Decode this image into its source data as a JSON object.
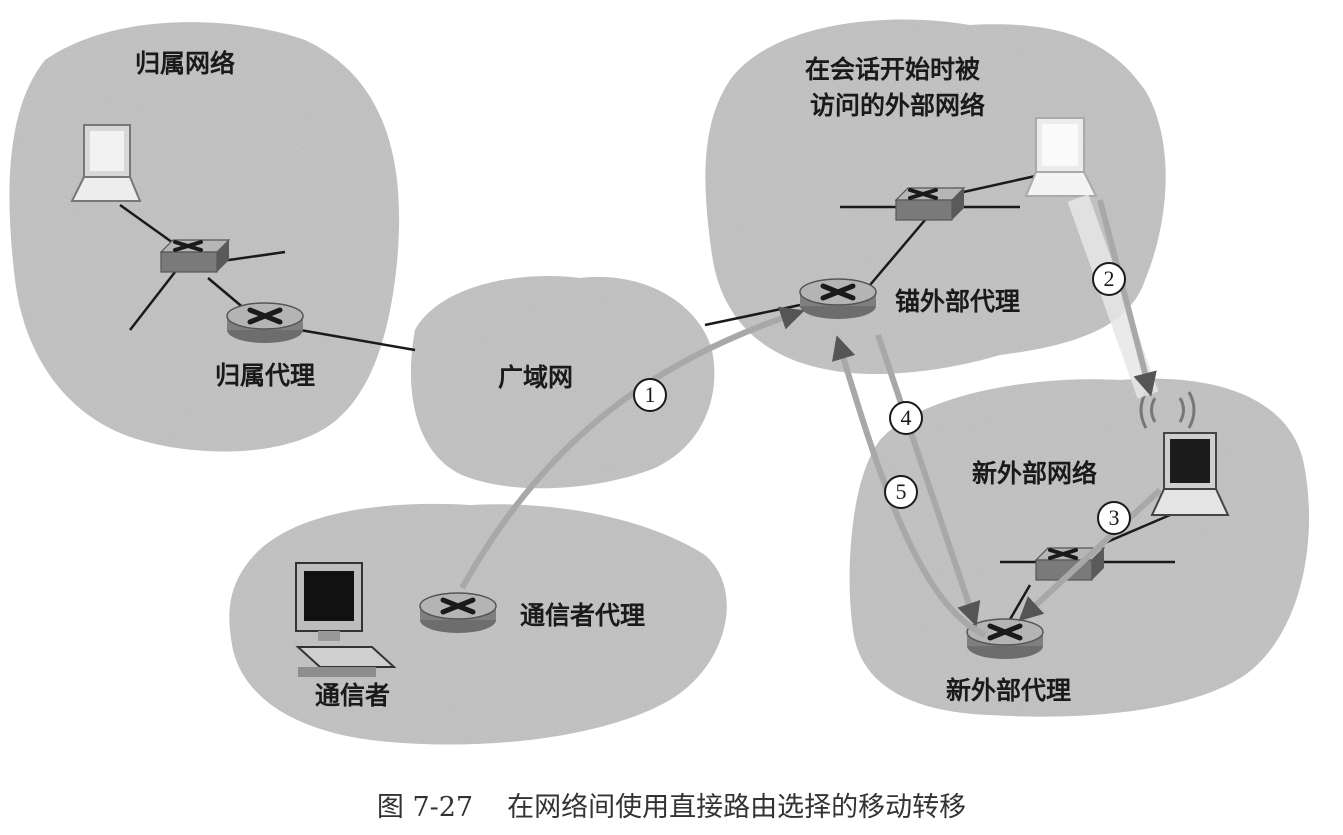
{
  "labels": {
    "home_network": "归属网络",
    "visited_network_line1": "在会话开始时被",
    "visited_network_line2": "访问的外部网络",
    "anchor_agent": "锚外部代理",
    "home_agent": "归属代理",
    "wan": "广域网",
    "new_foreign_network": "新外部网络",
    "correspondent_agent": "通信者代理",
    "correspondent": "通信者",
    "new_foreign_agent": "新外部代理"
  },
  "steps": [
    "1",
    "2",
    "3",
    "4",
    "5"
  ],
  "caption": {
    "number": "图 7-27",
    "text": "在网络间使用直接路由选择的移动转移"
  },
  "colors": {
    "cloud": "#c9c9c9",
    "arrow": "#a8a8a8",
    "device": "#8a8a8a"
  }
}
